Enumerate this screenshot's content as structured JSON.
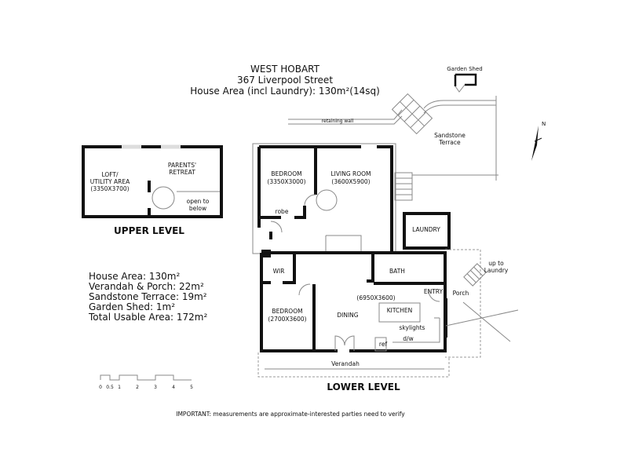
{
  "header": {
    "suburb": "WEST HOBART",
    "address": "367 Liverpool Street",
    "house_area": "House Area (incl Laundry): 130m²(14sq)"
  },
  "site": {
    "garden_shed": "Garden Shed",
    "retaining_wall": "retaining wall",
    "sandstone_terrace_1": "Sandstone",
    "sandstone_terrace_2": "Terrace",
    "up_to_laundry_1": "up to",
    "up_to_laundry_2": "Laundry",
    "porch": "Porch",
    "verandah": "Verandah"
  },
  "upper_level": {
    "title": "UPPER LEVEL",
    "loft_1": "LOFT/",
    "loft_2": "UTILITY AREA",
    "loft_dim": "(3350X3700)",
    "parents_1": "PARENTS'",
    "parents_2": "RETREAT",
    "open_1": "open to",
    "open_2": "below"
  },
  "lower_level": {
    "title": "LOWER LEVEL",
    "bedroom1": "BEDROOM",
    "bedroom1_dim": "(3350X3000)",
    "robe": "robe",
    "living": "LIVING ROOM",
    "living_dim": "(3600X5900)",
    "laundry": "LAUNDRY",
    "wir": "WIR",
    "bath": "BATH",
    "entry": "ENTRY",
    "bedroom2": "BEDROOM",
    "bedroom2_dim": "(2700X3600)",
    "dining": "DINING",
    "dining_dim": "(6950X3600)",
    "kitchen": "KITCHEN",
    "skylights": "skylights",
    "dw": "d/w",
    "ref": "ref"
  },
  "areas": [
    "House Area: 130m²",
    "Verandah & Porch: 22m²",
    "Sandstone Terrace: 19m²",
    "Garden Shed: 1m²",
    "Total Usable Area: 172m²"
  ],
  "scale": [
    "0",
    "0.5",
    "1",
    "2",
    "3",
    "4",
    "5"
  ],
  "disclaimer": "IMPORTANT: measurements are approximate-interested parties need to verify"
}
